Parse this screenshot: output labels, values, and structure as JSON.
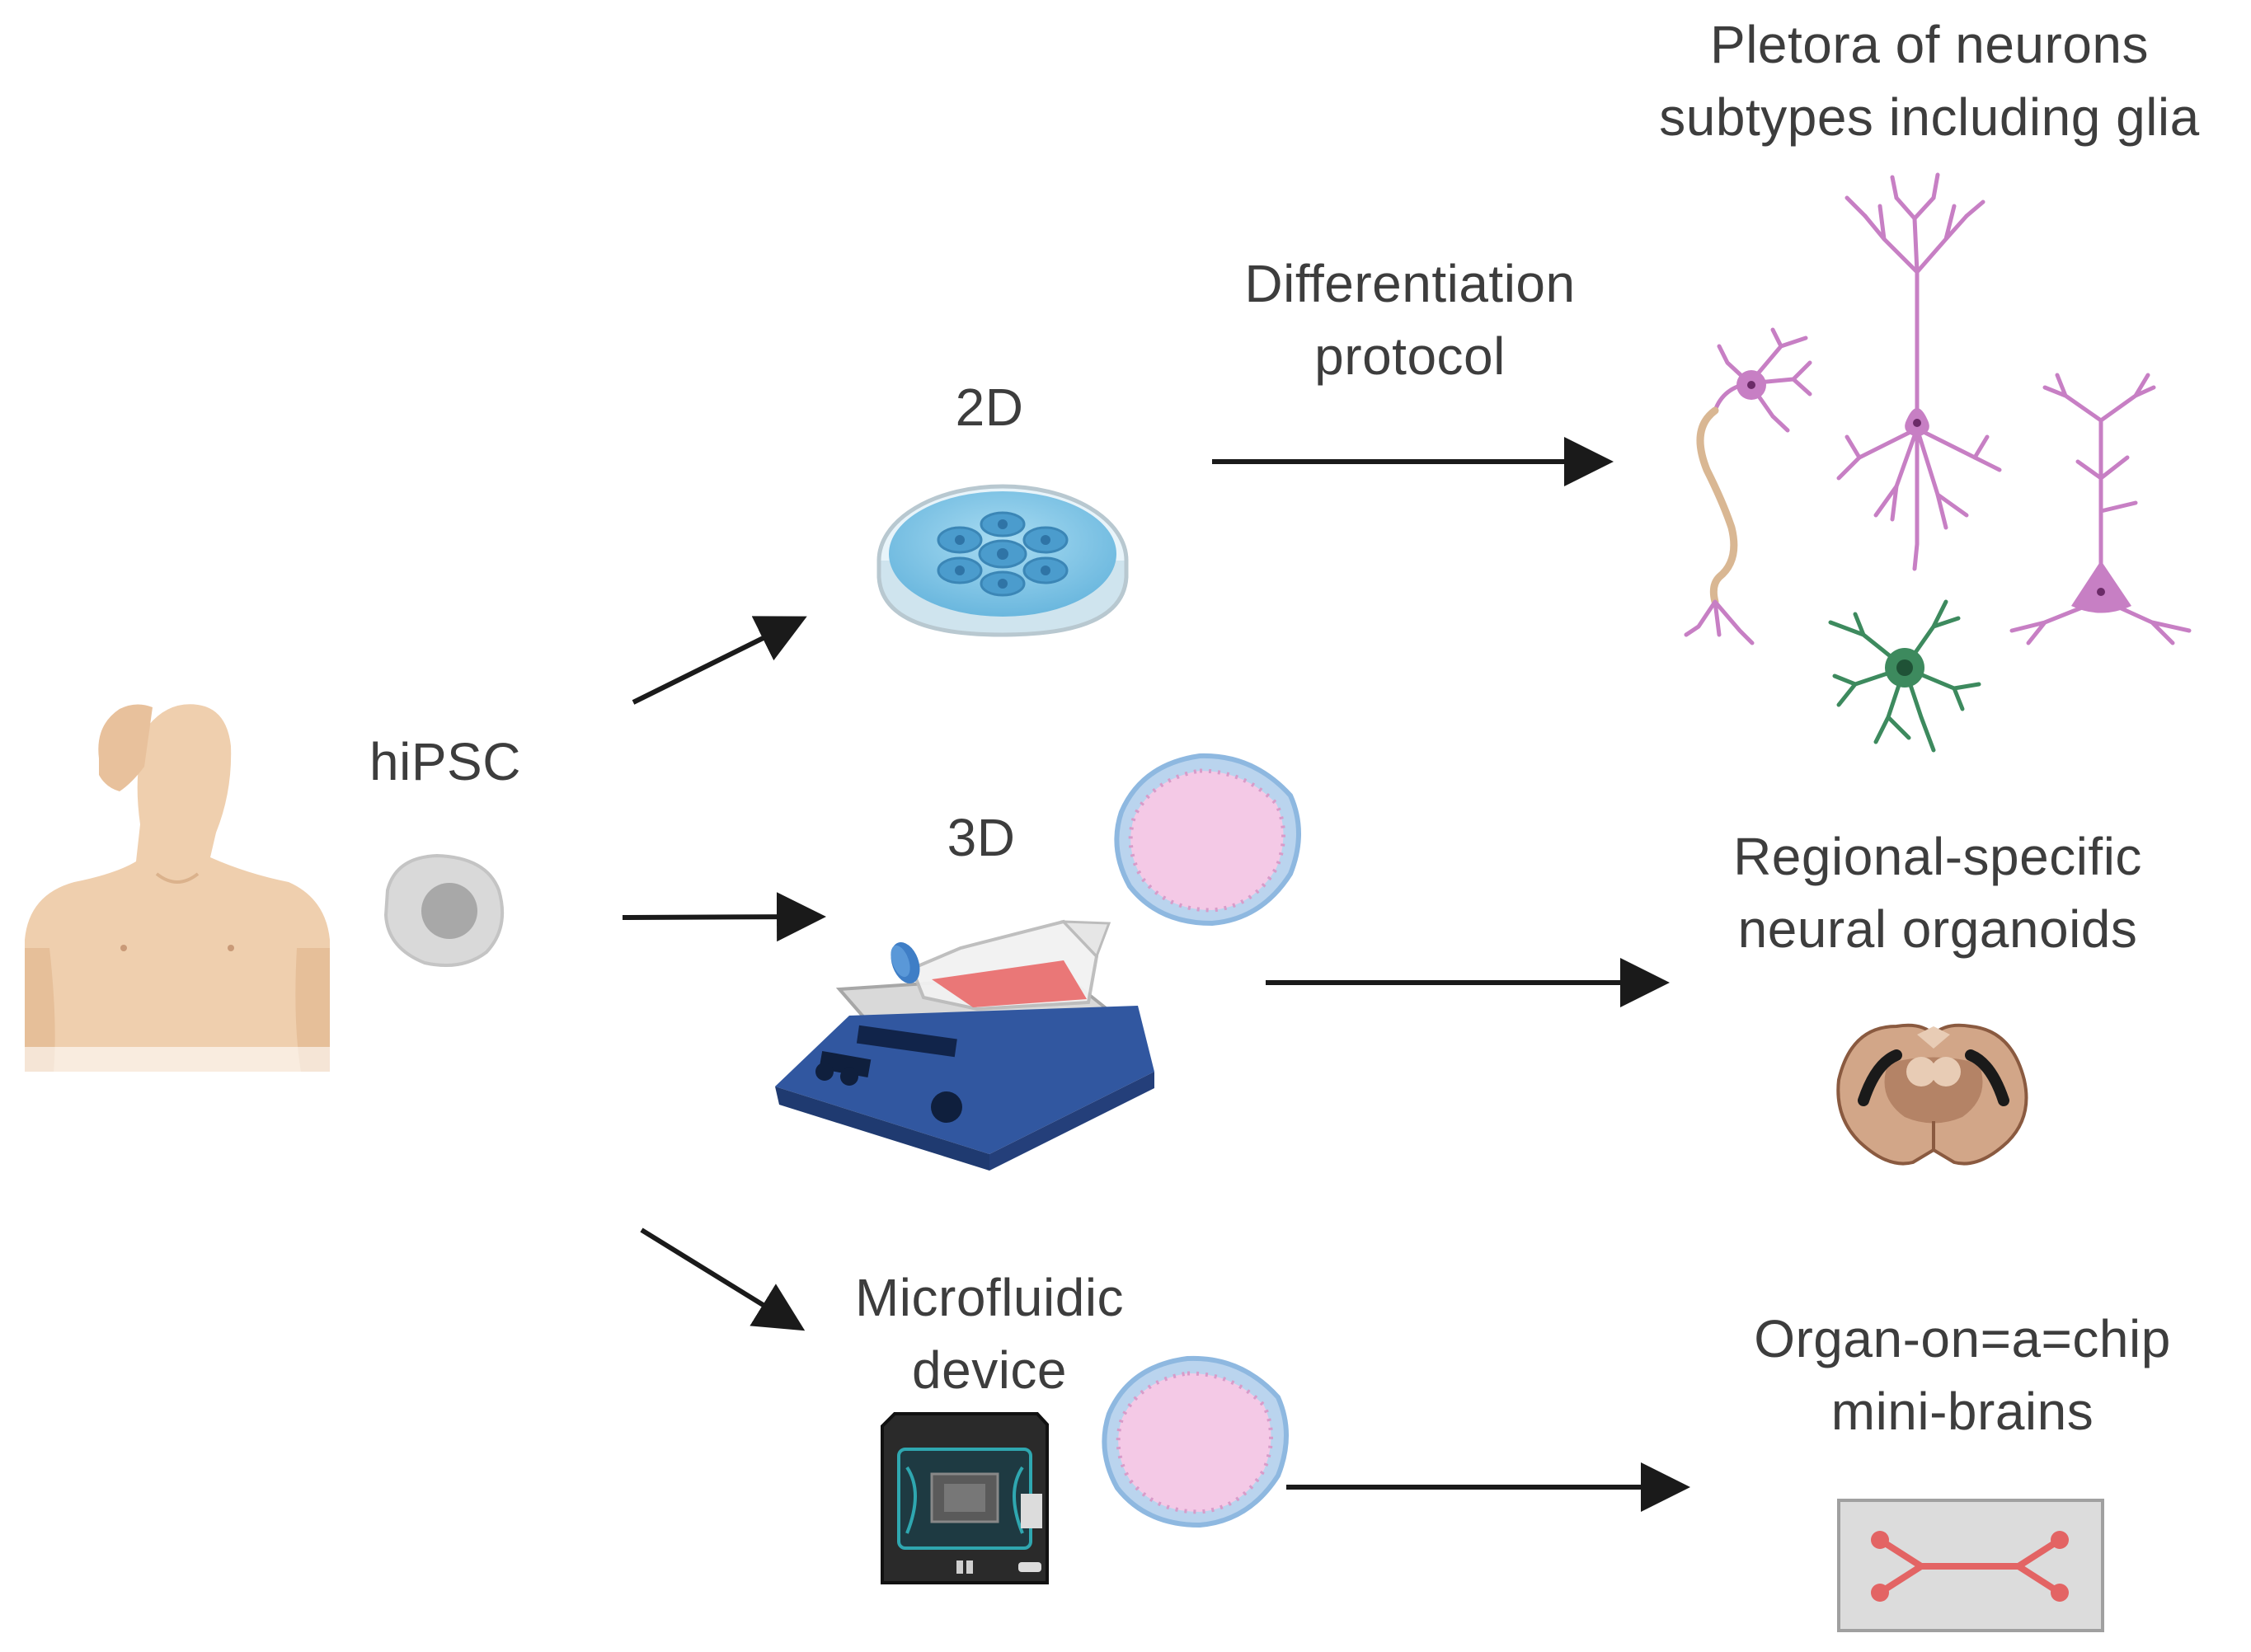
{
  "labels": {
    "hipsc": "hiPSC",
    "two_d": "2D",
    "three_d": "3D",
    "differentiation": [
      "Differentiation",
      "protocol"
    ],
    "microfluidic": [
      "Microfluidic",
      "device"
    ],
    "neurons": [
      "Pletora of neurons",
      "subtypes including glia"
    ],
    "organoids": [
      "Regional-specific",
      "neural organoids"
    ],
    "organ_chip": [
      "Organ-on=a=chip",
      "mini-brains"
    ]
  },
  "icons": [
    "human-torso-icon",
    "stem-cell-icon",
    "petri-dish-icon",
    "orbital-shaker-flask-icon",
    "organoid-icon",
    "microfluidic-device-icon",
    "neuron-icon",
    "glia-icon",
    "brain-section-icon",
    "chip-icon"
  ],
  "colors": {
    "skin": "#efcfae",
    "neuron": "#c77fc4",
    "axon": "#d9b793",
    "glia": "#3d8a5e",
    "organoid_fill": "#f4c9e6",
    "organoid_rim": "#8eb8e0",
    "dish": "#7ec8e8",
    "flask_media": "#ea7777",
    "shaker": "#2d4c82",
    "chip_channel": "#e36464",
    "arrow": "#1a1a1a"
  }
}
